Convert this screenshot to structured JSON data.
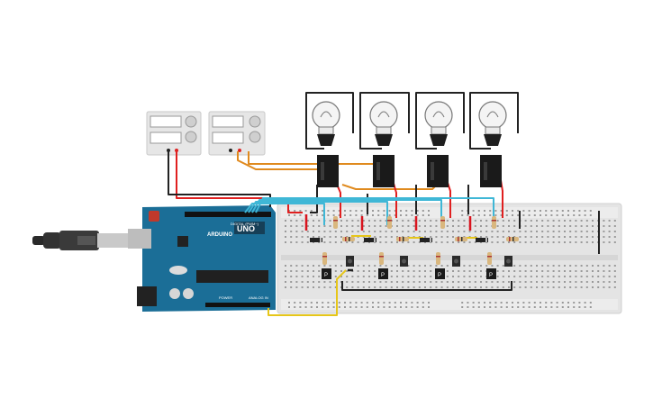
{
  "canvas": {
    "background": "#ffffff"
  },
  "arduino": {
    "brand_label": "ARDUINO",
    "model_label": "UNO",
    "digital_label": "DIGITAL (PWM~)",
    "power_label": "POWER",
    "analog_label": "ANALOG IN",
    "board_color": "#1b6e97"
  },
  "power_supplies": [
    {
      "id": "supply-1"
    },
    {
      "id": "supply-2"
    }
  ],
  "lamps": [
    {
      "id": "lamp-1"
    },
    {
      "id": "lamp-2"
    },
    {
      "id": "lamp-3"
    },
    {
      "id": "lamp-4"
    }
  ],
  "relays": [
    {
      "id": "relay-1"
    },
    {
      "id": "relay-2"
    },
    {
      "id": "relay-3"
    },
    {
      "id": "relay-4"
    }
  ],
  "transistors": [
    {
      "id": "transistor-1",
      "label": "P"
    },
    {
      "id": "transistor-2",
      "label": "P"
    },
    {
      "id": "transistor-3",
      "label": "P"
    },
    {
      "id": "transistor-4",
      "label": "P"
    }
  ],
  "wire_colors": {
    "red": "#e02020",
    "black": "#222222",
    "orange": "#e08a1e",
    "cyan": "#3fb7d6",
    "yellow": "#e6c619",
    "power_red": "#d9141e"
  }
}
